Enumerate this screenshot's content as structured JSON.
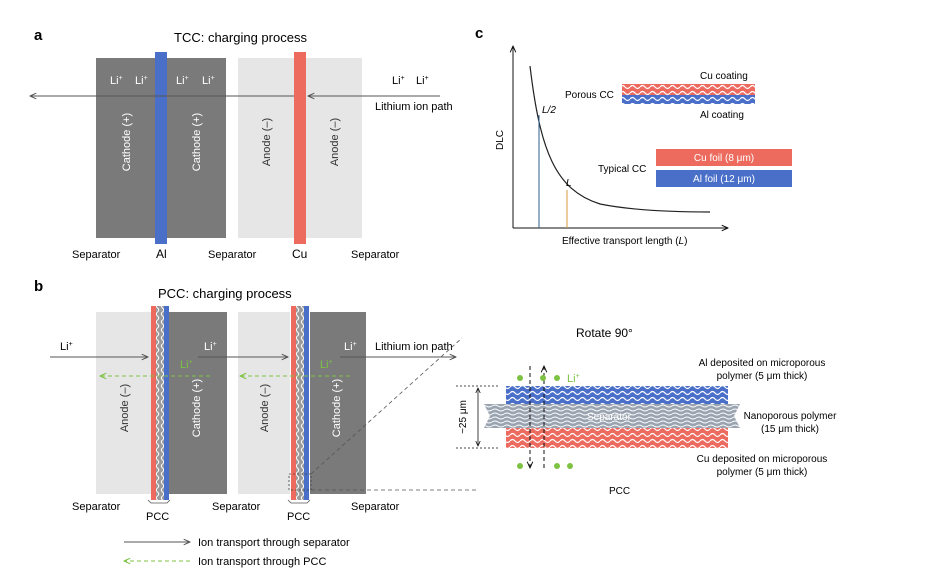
{
  "panel_a": {
    "letter": "a",
    "title": "TCC: charging process",
    "li_label": "Li",
    "li_sup": "+",
    "layers": {
      "cathode": "Cathode (+)",
      "anode": "Anode (–)"
    },
    "separator": "Separator",
    "al_label": "Al",
    "cu_label": "Cu",
    "path_label": "Lithium ion path"
  },
  "panel_b": {
    "letter": "b",
    "title": "PCC: charging process",
    "li_label": "Li",
    "li_sup": "+",
    "layers": {
      "anode": "Anode (–)",
      "cathode": "Cathode (+)"
    },
    "separator": "Separator",
    "pcc_label": "PCC",
    "path_label": "Lithium ion path",
    "legend_separator": "Ion transport through separator",
    "legend_pcc": "Ion transport through PCC"
  },
  "panel_c": {
    "letter": "c",
    "ylabel": "DLC",
    "xlabel_prefix": "Effective transport length (",
    "xlabel_var": "L",
    "xlabel_suffix": ")",
    "mark_half": "L/2",
    "mark_full": "L",
    "porous_cc": "Porous CC",
    "cu_coating": "Cu coating",
    "al_coating": "Al coating",
    "typical_cc": "Typical CC",
    "cu_foil": "Cu foil (8 μm)",
    "al_foil": "Al foil (12 μm)"
  },
  "zoom": {
    "rotate": "Rotate 90°",
    "separator": "Separator",
    "thickness": "~25 μm",
    "li_label": "Li",
    "li_sup": "+",
    "al_line1": "Al deposited on microporous",
    "al_line2": "polymer (5 μm thick)",
    "nano_line1": "Nanoporous polymer",
    "nano_line2": "(15 μm thick)",
    "cu_line1": "Cu deposited on microporous",
    "cu_line2": "polymer (5 μm thick)",
    "pcc": "PCC"
  },
  "colors": {
    "cathode": "#7a7a7a",
    "anode": "#e6e6e6",
    "al": "#4a6fc9",
    "cu": "#ec6b5e",
    "green": "#7dc242",
    "curve": "#222222",
    "half_line": "#2f5c8f",
    "full_line": "#d99a3a"
  }
}
